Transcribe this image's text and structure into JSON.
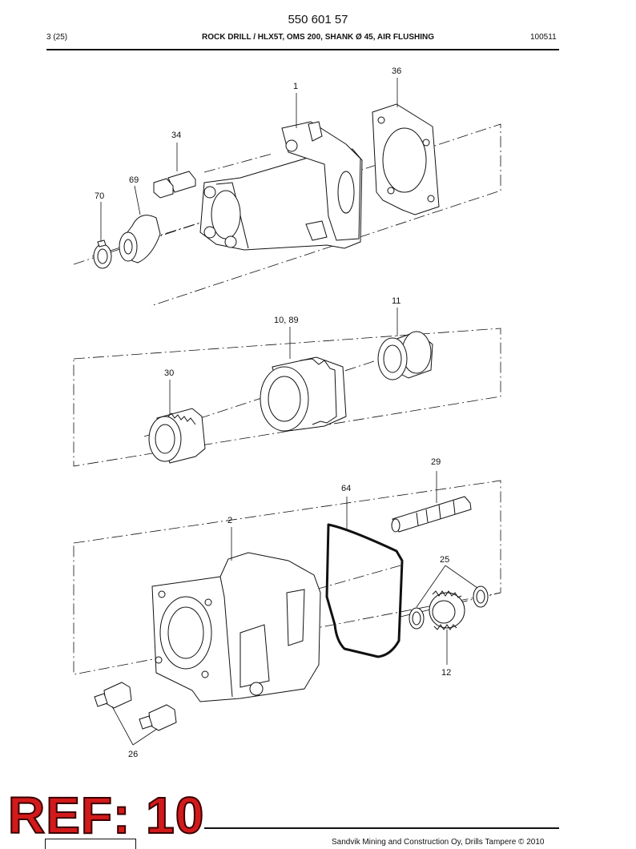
{
  "header": {
    "doc_number": "550 601 57",
    "page": "3 (25)",
    "title": "ROCK DRILL / HLX5T, OMS 200, SHANK Ø 45, AIR FLUSHING",
    "code": "100511"
  },
  "callouts": {
    "c1": "1",
    "c36": "36",
    "c34": "34",
    "c69": "69",
    "c70": "70",
    "c11": "11",
    "c10_89": "10, 89",
    "c30": "30",
    "c29": "29",
    "c64": "64",
    "c2": "2",
    "c25": "25",
    "c12": "12",
    "c26": "26"
  },
  "stamp": {
    "text": "REF: 10"
  },
  "footer": {
    "text": "Sandvik Mining and Construction Oy, Drills Tampere © 2010"
  }
}
